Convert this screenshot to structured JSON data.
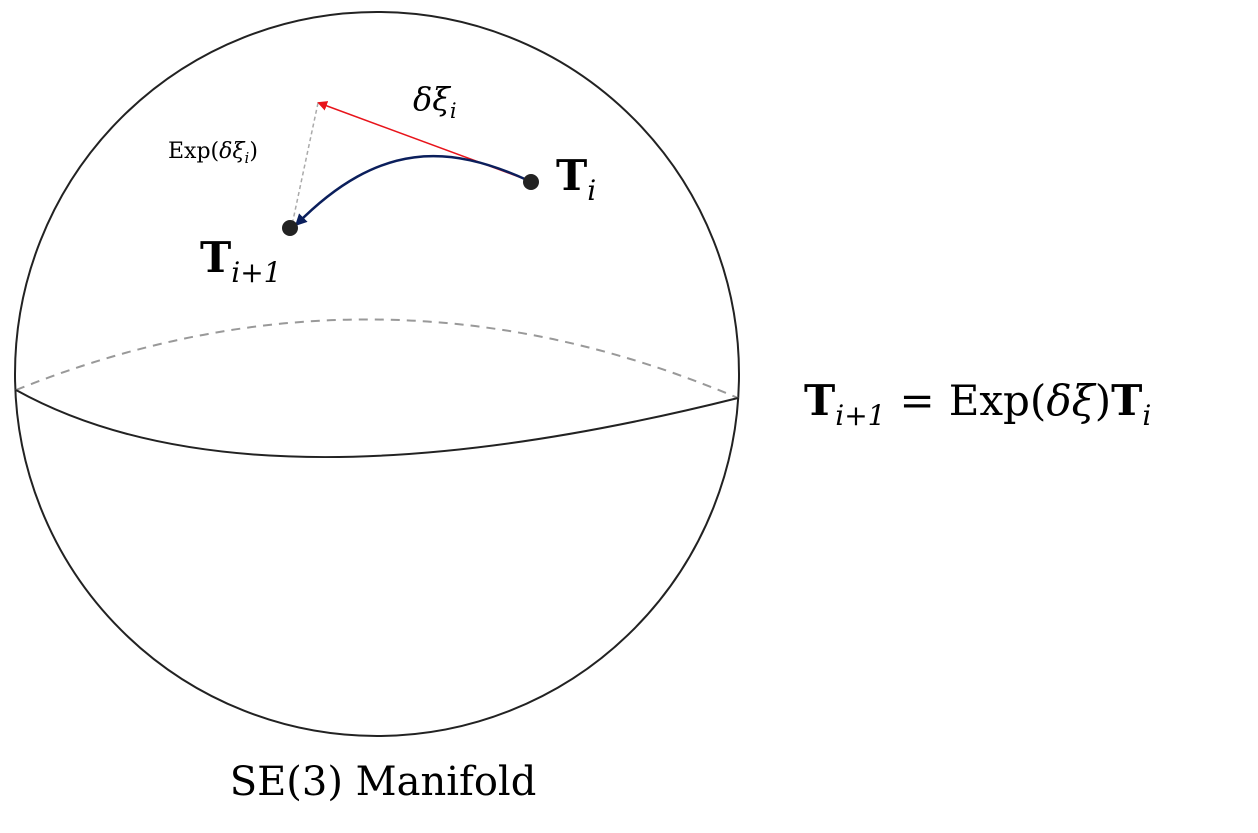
{
  "diagram": {
    "caption": "SE(3) Manifold",
    "point_current": {
      "base": "T",
      "subscript": "i"
    },
    "point_next": {
      "base": "T",
      "subscript": "i+1"
    },
    "tangent_label": {
      "symbol": "δξ",
      "subscript": "i"
    },
    "exp_label": {
      "prefix": "Exp(",
      "symbol": "δξ",
      "subscript": "i",
      "suffix": ")"
    },
    "equation": {
      "lhs_base": "T",
      "lhs_sub": "i+1",
      "eq": "=",
      "func": "Exp(",
      "arg": "δξ",
      "close": ")",
      "rhs_base": "T",
      "rhs_sub": "i"
    },
    "colors": {
      "outline": "#222222",
      "dashed": "#999999",
      "tangent": "#e8141b",
      "geodesic": "#0b1f5c",
      "point": "#222222",
      "exp_dotted": "#aaaaaa"
    }
  }
}
